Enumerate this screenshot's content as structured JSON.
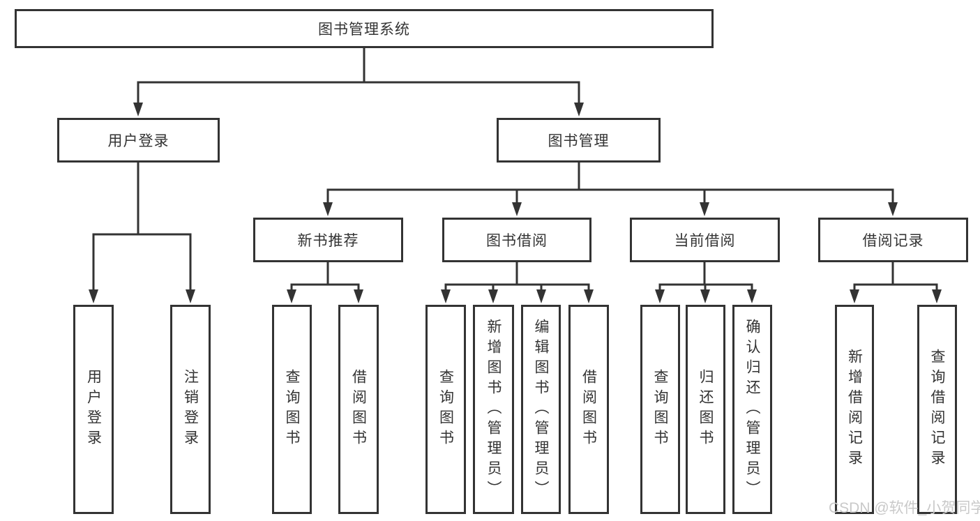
{
  "diagram": {
    "root_label": "图书管理系统",
    "branches": [
      {
        "label": "用户登录",
        "children": [
          {
            "label": "用户登录"
          },
          {
            "label": "注销登录"
          }
        ]
      },
      {
        "label": "图书管理",
        "children": [
          {
            "label": "新书推荐",
            "children": [
              {
                "label": "查询图书"
              },
              {
                "label": "借阅图书"
              }
            ]
          },
          {
            "label": "图书借阅",
            "children": [
              {
                "label": "查询图书"
              },
              {
                "label": "新增图书（管理员）"
              },
              {
                "label": "编辑图书（管理员）"
              },
              {
                "label": "借阅图书"
              }
            ]
          },
          {
            "label": "当前借阅",
            "children": [
              {
                "label": "查询图书"
              },
              {
                "label": "归还图书"
              },
              {
                "label": "确认归还（管理员）"
              }
            ]
          },
          {
            "label": "借阅记录",
            "children": [
              {
                "label": "新增借阅记录"
              },
              {
                "label": "查询借阅记录"
              }
            ]
          }
        ]
      }
    ]
  },
  "watermark": {
    "text": "CSDN @软件_小贺同学"
  },
  "colors": {
    "line": "#333333",
    "text": "#333333",
    "background": "#ffffff",
    "watermark": "#c9c9c9"
  }
}
